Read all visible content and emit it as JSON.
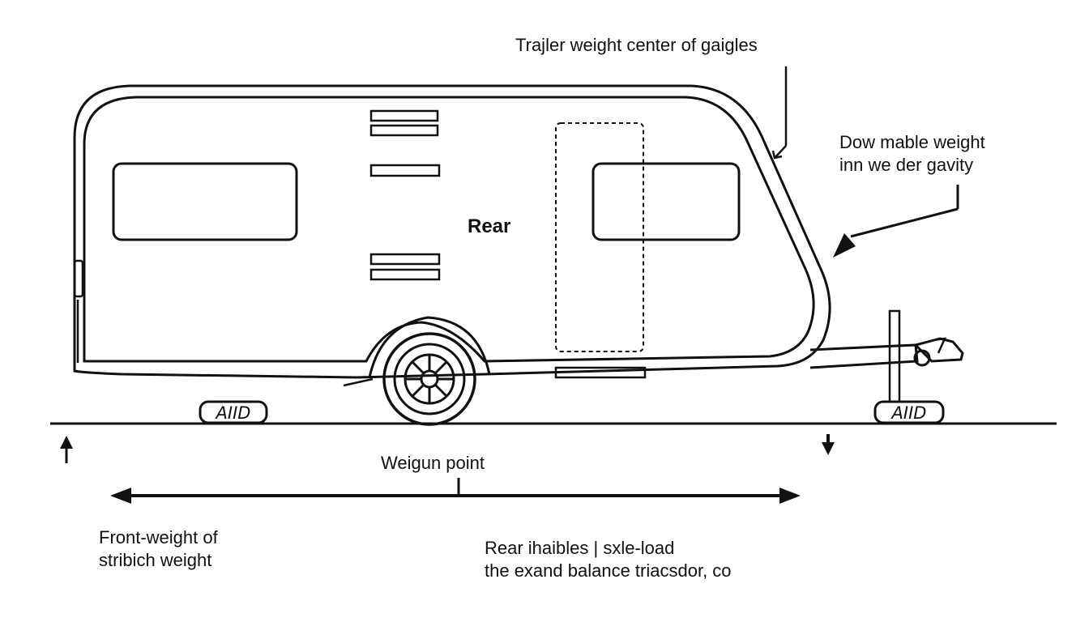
{
  "labels": {
    "top_label": "Trajler weight center of gaigles",
    "right_label_line1": "Dow mable weight",
    "right_label_line2": "inn we der gavity",
    "body_label": "Rear",
    "weigh_point_label": "Weigun point",
    "front_label_line1": "Front-weight of",
    "front_label_line2": "stribich weight",
    "rear_label_line1": "Rear ihaibles | sxle-load",
    "rear_label_line2": "the exand balance triacsdor, co"
  },
  "tags": {
    "left_tag": "AIID",
    "right_tag": "AIID"
  },
  "colors": {
    "stroke": "#111111",
    "background": "#ffffff"
  }
}
